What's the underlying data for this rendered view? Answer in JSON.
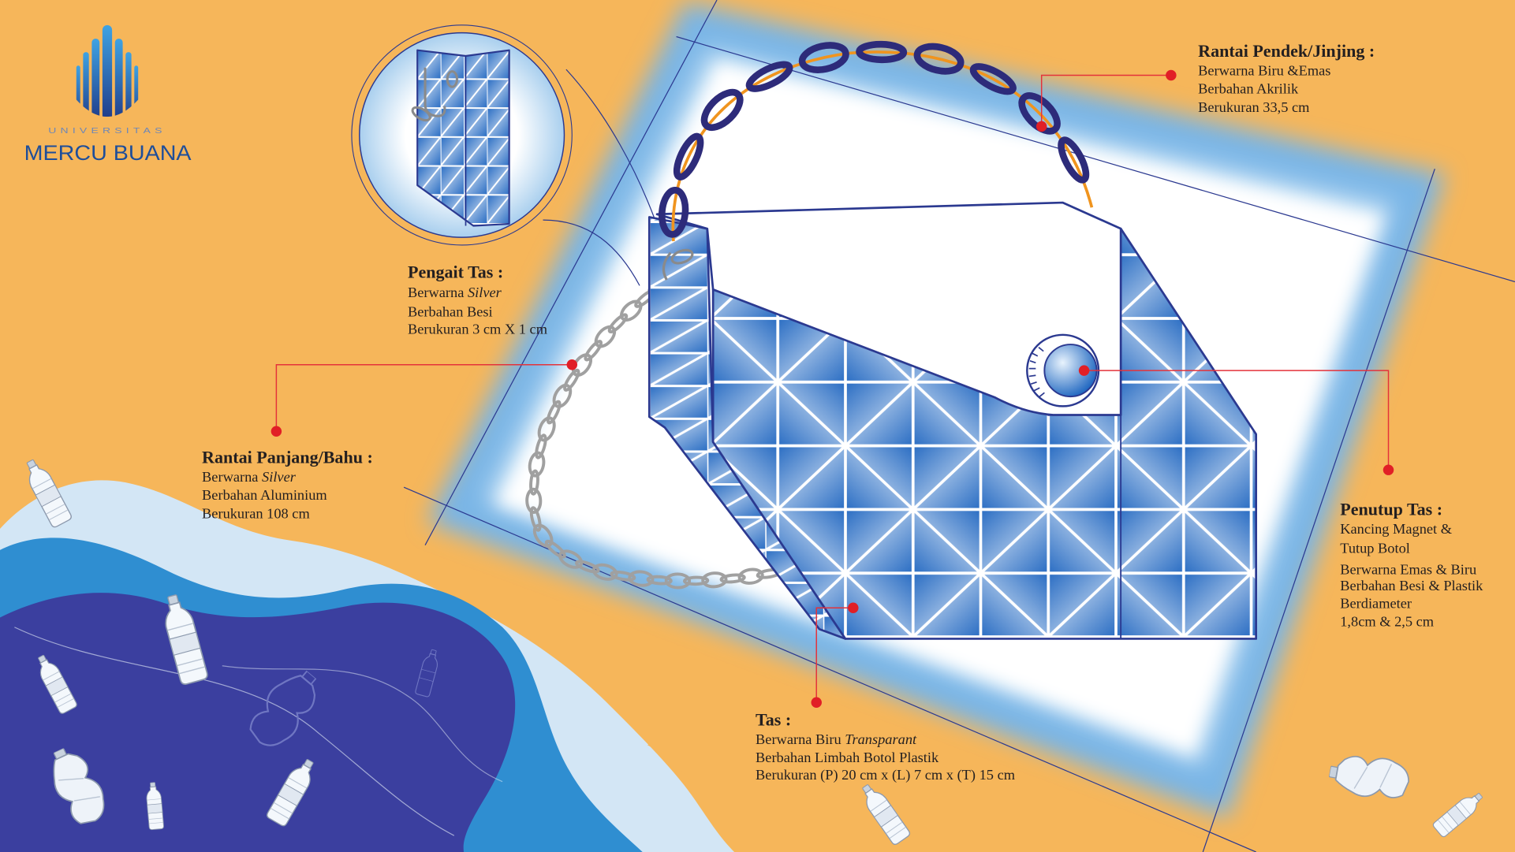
{
  "logo": {
    "university": "UNIVERSITAS",
    "name": "MERCU BUANA"
  },
  "callouts": {
    "rantai_pendek": {
      "title": "Rantai Pendek/Jinjing :",
      "lines": [
        "Berwarna Biru &Emas",
        "Berbahan Akrilik",
        "Berukuran 33,5 cm"
      ]
    },
    "pengait": {
      "title": "Pengait Tas :",
      "color_prefix": "Berwarna ",
      "color": "Silver",
      "lines": [
        "Berbahan Besi",
        "Berukuran 3 cm X 1 cm"
      ]
    },
    "rantai_panjang": {
      "title": "Rantai Panjang/Bahu :",
      "color_prefix": "Berwarna ",
      "color": "Silver",
      "lines": [
        "Berbahan Aluminium",
        "Berukuran 108 cm"
      ]
    },
    "penutup": {
      "title": "Penutup Tas :",
      "lines": [
        "Kancing Magnet &",
        "Tutup Botol",
        "Berwarna Emas & Biru",
        "Berbahan Besi & Plastik",
        "Berdiameter",
        "1,8cm & 2,5 cm"
      ]
    },
    "tas": {
      "title": "Tas :",
      "color_prefix": "Berwarna Biru ",
      "color": "Transparant",
      "lines": [
        "Berbahan Limbah Botol Plastik",
        "Berukuran (P) 20 cm x (L) 7 cm x (T) 15 cm"
      ]
    }
  },
  "colors": {
    "background": "#F6B65A",
    "navy": "#2B3990",
    "marker_red": "#E11F26",
    "short_chain": "#2D2B7A",
    "short_chain_thread": "#F0941E",
    "long_chain": "#A0A0A0",
    "water_light": "#D3E6F5",
    "water_mid": "#2F8ED1",
    "water_dark": "#3B3F9F"
  }
}
